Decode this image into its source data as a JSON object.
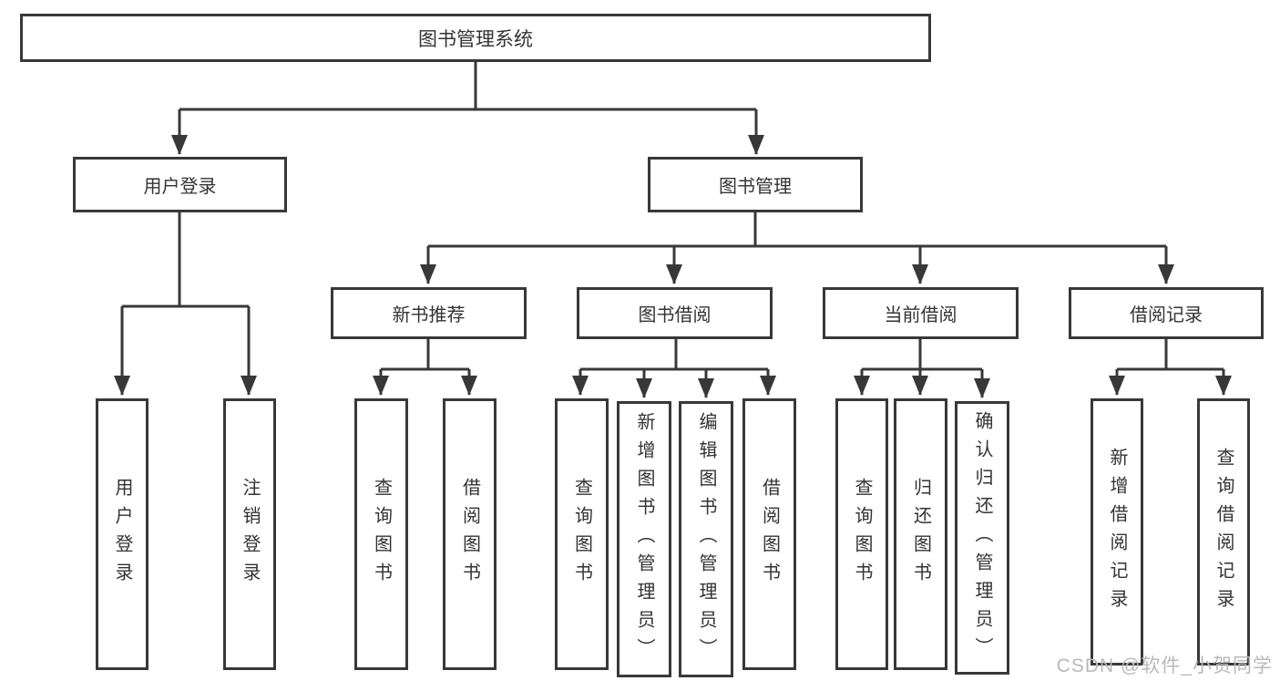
{
  "diagram": {
    "root": {
      "label": "图书管理系统"
    },
    "branches": [
      {
        "label": "用户登录",
        "children": [
          {
            "label": "用户登录"
          },
          {
            "label": "注销登录"
          }
        ]
      },
      {
        "label": "图书管理",
        "children": [
          {
            "label": "新书推荐",
            "children": [
              {
                "label": "查询图书"
              },
              {
                "label": "借阅图书"
              }
            ]
          },
          {
            "label": "图书借阅",
            "children": [
              {
                "label": "查询图书"
              },
              {
                "label": "新增图书（管理员）"
              },
              {
                "label": "编辑图书（管理员）"
              },
              {
                "label": "借阅图书"
              }
            ]
          },
          {
            "label": "当前借阅",
            "children": [
              {
                "label": "查询图书"
              },
              {
                "label": "归还图书"
              },
              {
                "label": "确认归还（管理员）"
              }
            ]
          },
          {
            "label": "借阅记录",
            "children": [
              {
                "label": "新增借阅记录"
              },
              {
                "label": "查询借阅记录"
              }
            ]
          }
        ]
      }
    ],
    "watermark": "CSDN @软件_小贺同学"
  },
  "colors": {
    "line": "#383838",
    "text": "#333333",
    "watermark": "#b9b9b9",
    "background": "#ffffff"
  }
}
